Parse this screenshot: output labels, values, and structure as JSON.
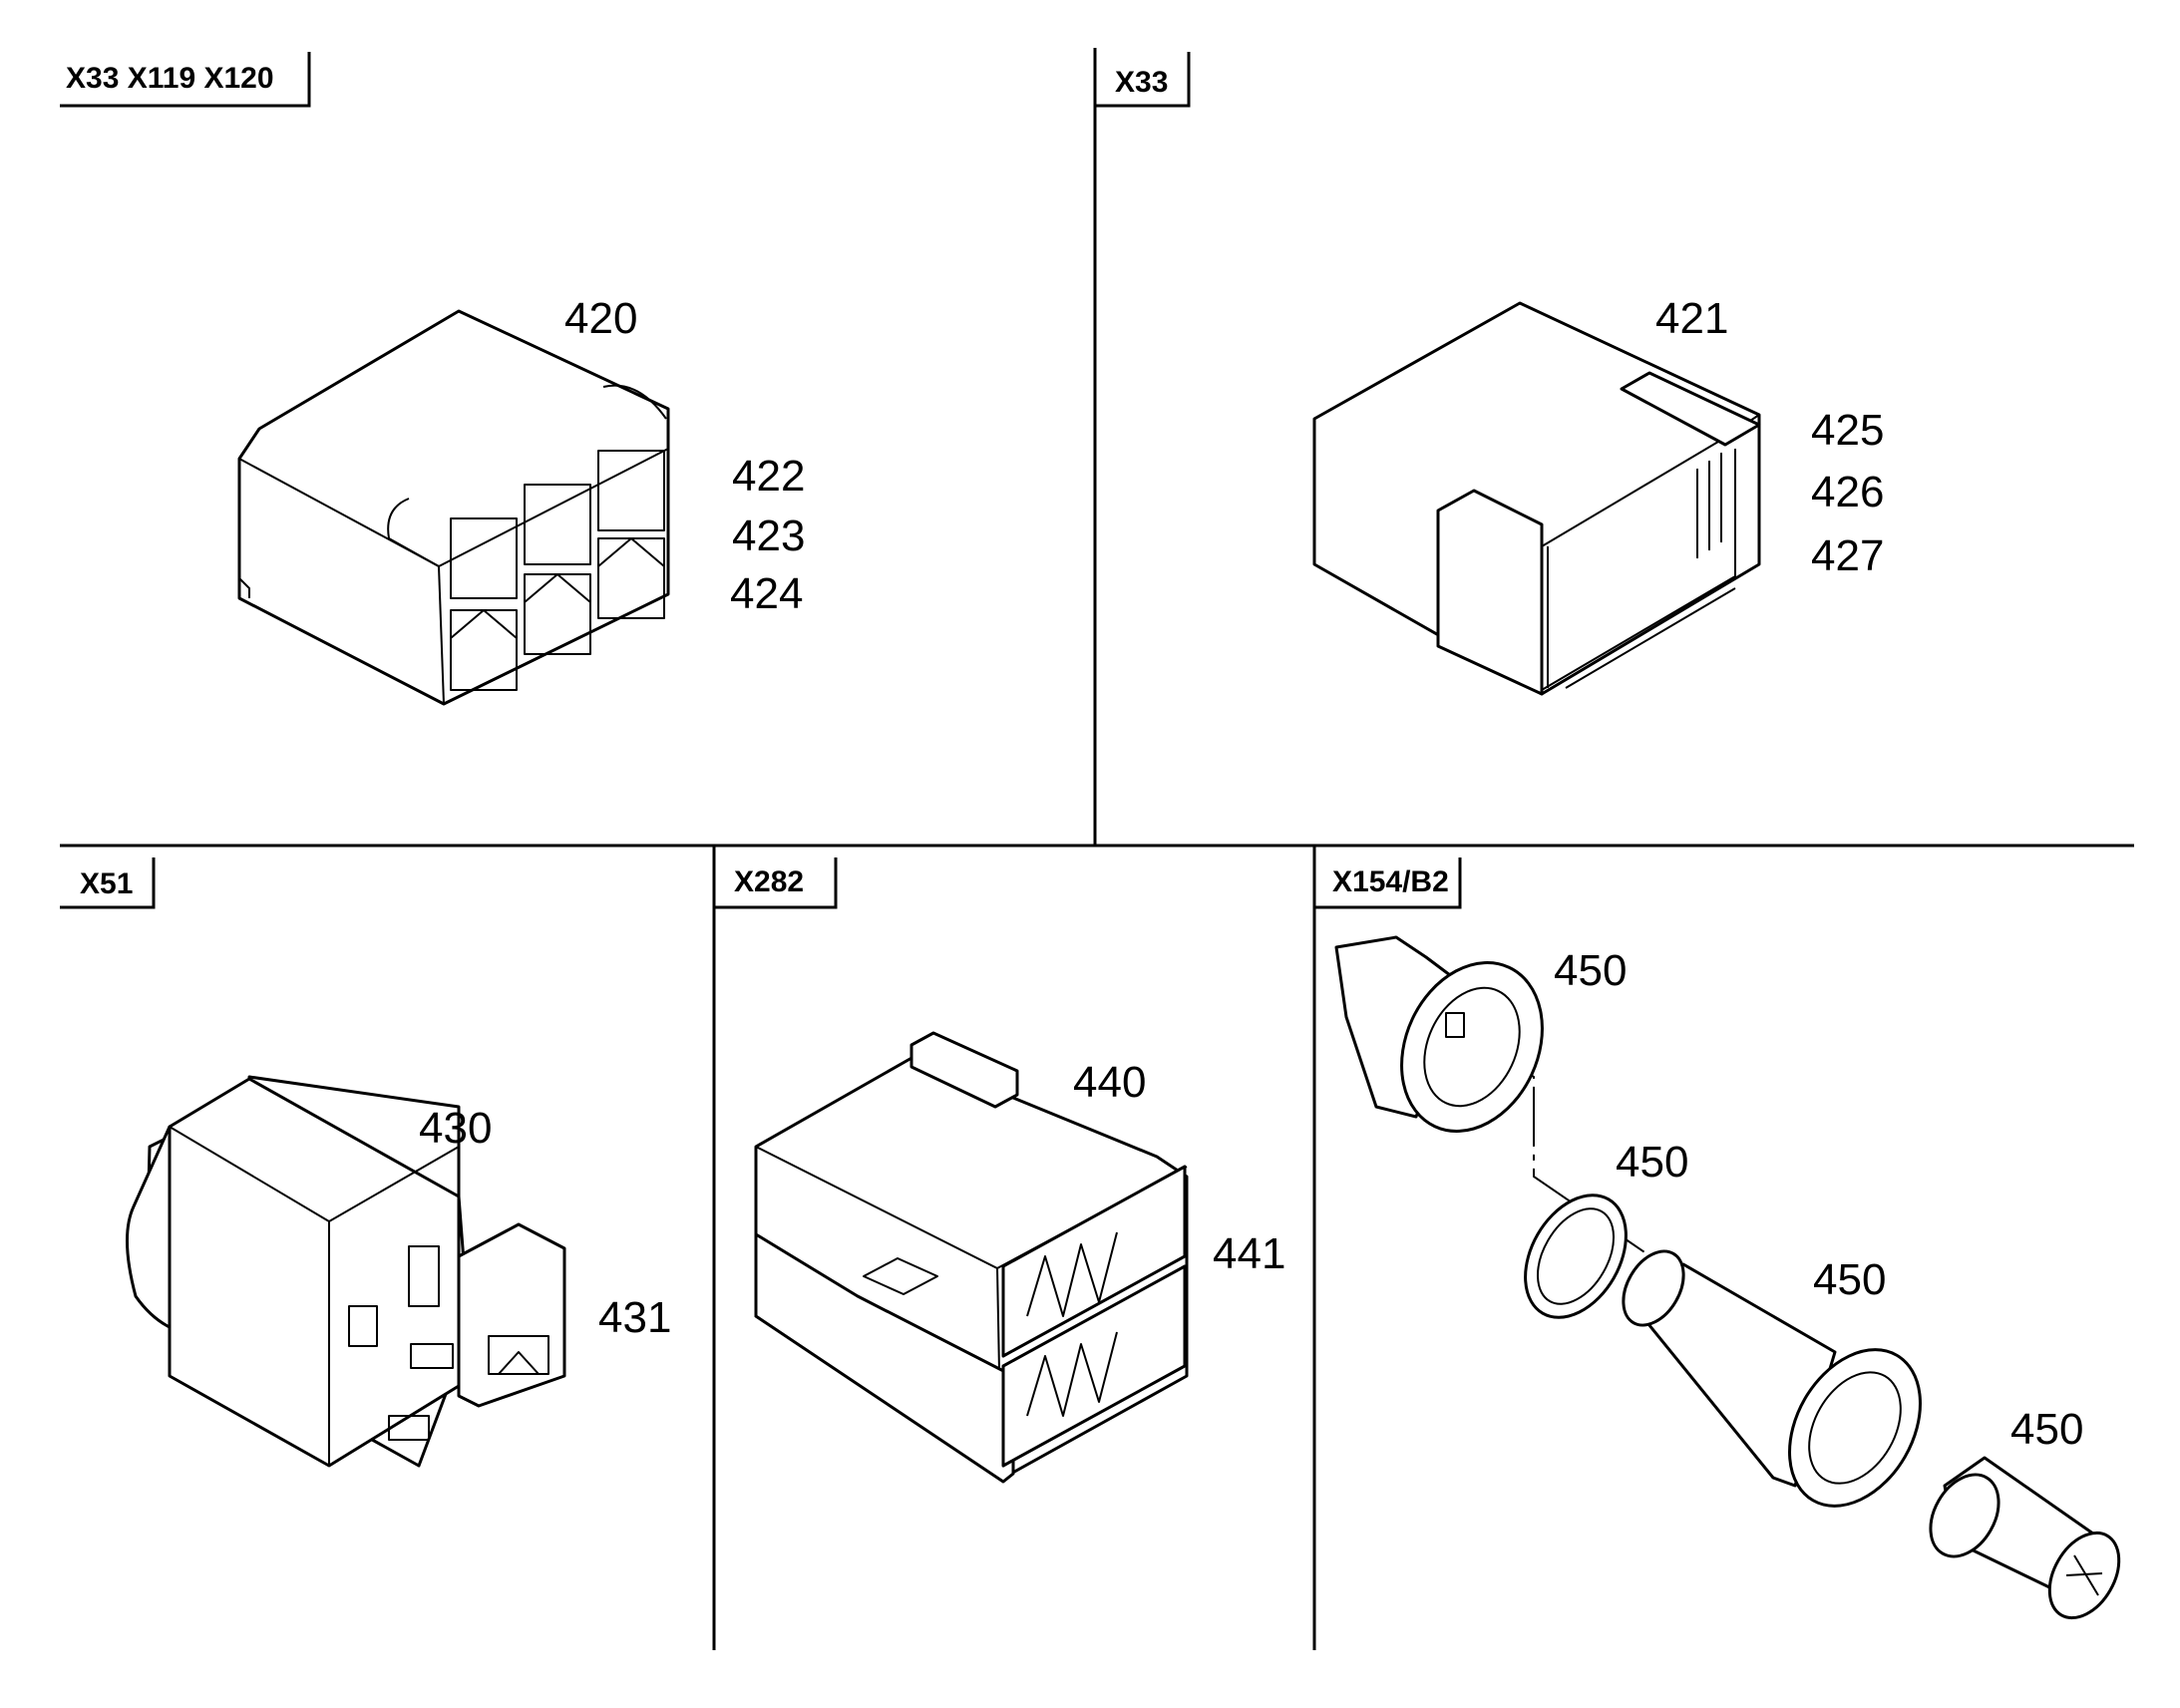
{
  "panels": {
    "top_left": {
      "header": "X33 X119 X120",
      "callouts": [
        "420",
        "422",
        "423",
        "424"
      ]
    },
    "top_right": {
      "header": "X33",
      "callouts": [
        "421",
        "425",
        "426",
        "427"
      ]
    },
    "bottom_left": {
      "header": "X51",
      "callouts": [
        "430",
        "431"
      ]
    },
    "bottom_middle": {
      "header": "X282",
      "callouts": [
        "440",
        "441"
      ]
    },
    "bottom_right": {
      "header": "X154/B2",
      "callouts": [
        "450",
        "450",
        "450",
        "450"
      ]
    }
  }
}
